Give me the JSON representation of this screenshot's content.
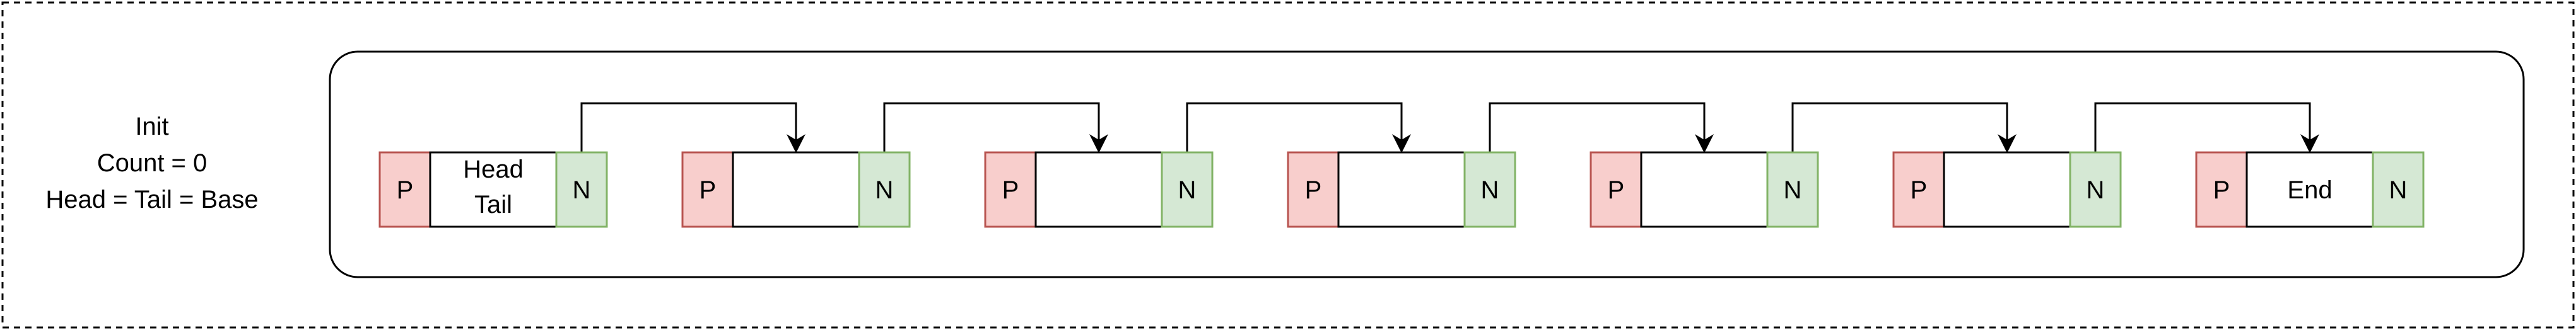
{
  "init_label": {
    "line1": "Init",
    "line2": "Count = 0",
    "line3": "Head = Tail = Base"
  },
  "colors": {
    "prev_fill": "#f8cecc",
    "prev_stroke": "#b85450",
    "next_fill": "#d5e8d4",
    "next_stroke": "#82b366",
    "line": "#000000"
  },
  "nodes": [
    {
      "prev": "P",
      "label_lines": [
        "Head",
        "Tail"
      ],
      "next": "N"
    },
    {
      "prev": "P",
      "label_lines": [],
      "next": "N"
    },
    {
      "prev": "P",
      "label_lines": [],
      "next": "N"
    },
    {
      "prev": "P",
      "label_lines": [],
      "next": "N"
    },
    {
      "prev": "P",
      "label_lines": [],
      "next": "N"
    },
    {
      "prev": "P",
      "label_lines": [],
      "next": "N"
    },
    {
      "prev": "P",
      "label_lines": [
        "End"
      ],
      "next": "N"
    }
  ],
  "links": [
    {
      "from": 0,
      "to": 1
    },
    {
      "from": 1,
      "to": 2
    },
    {
      "from": 2,
      "to": 3
    },
    {
      "from": 3,
      "to": 4
    },
    {
      "from": 4,
      "to": 5
    },
    {
      "from": 5,
      "to": 6
    }
  ]
}
